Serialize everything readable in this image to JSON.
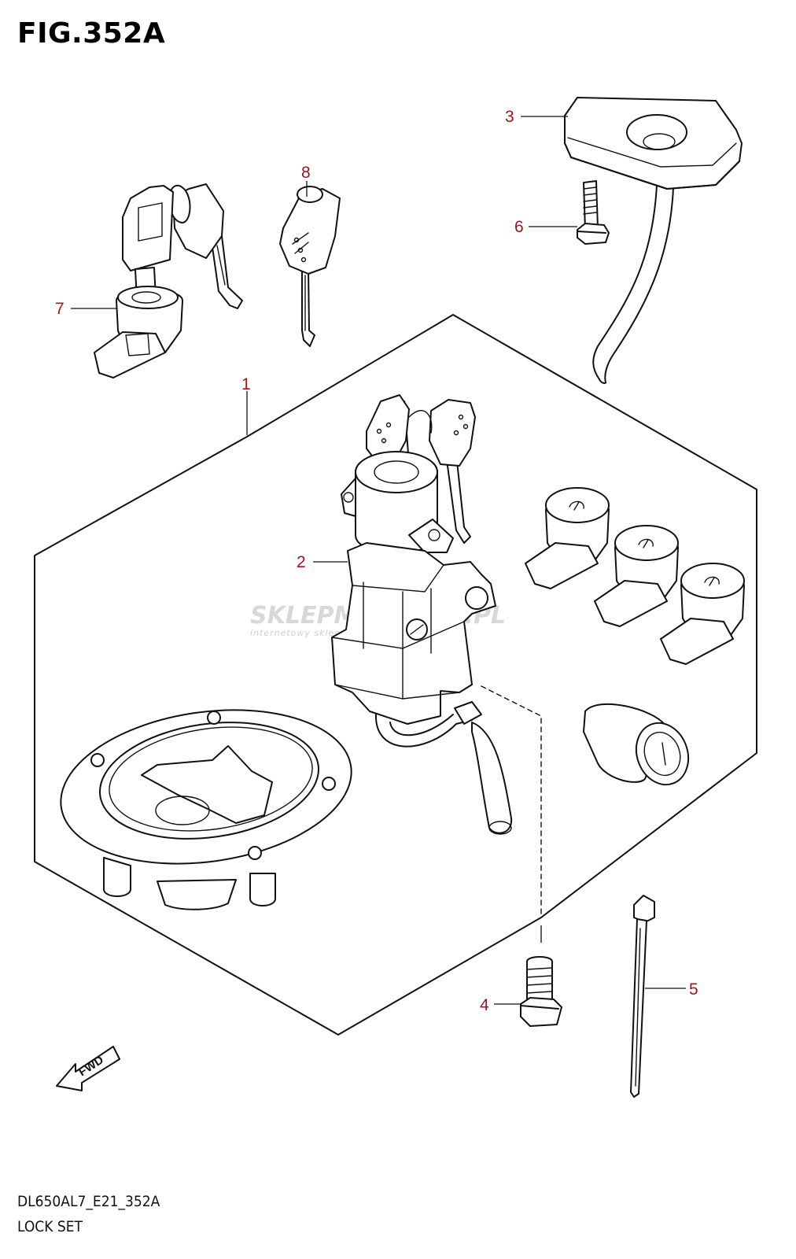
{
  "figure": {
    "title": "FIG.352A",
    "model_code": "DL650AL7_E21_352A",
    "name": "LOCK SET"
  },
  "callouts": [
    {
      "id": "1",
      "label": "1"
    },
    {
      "id": "2",
      "label": "2"
    },
    {
      "id": "3",
      "label": "3"
    },
    {
      "id": "4",
      "label": "4"
    },
    {
      "id": "5",
      "label": "5"
    },
    {
      "id": "6",
      "label": "6"
    },
    {
      "id": "7",
      "label": "7"
    },
    {
      "id": "8",
      "label": "8"
    }
  ],
  "direction_badge": "FWD",
  "watermark": {
    "main": "SKLEPMOTOR66.PL",
    "sub": "internetowy sklep motocyklowy"
  },
  "colors": {
    "callout": "#a0141e",
    "line": "#111111",
    "background": "#ffffff"
  }
}
